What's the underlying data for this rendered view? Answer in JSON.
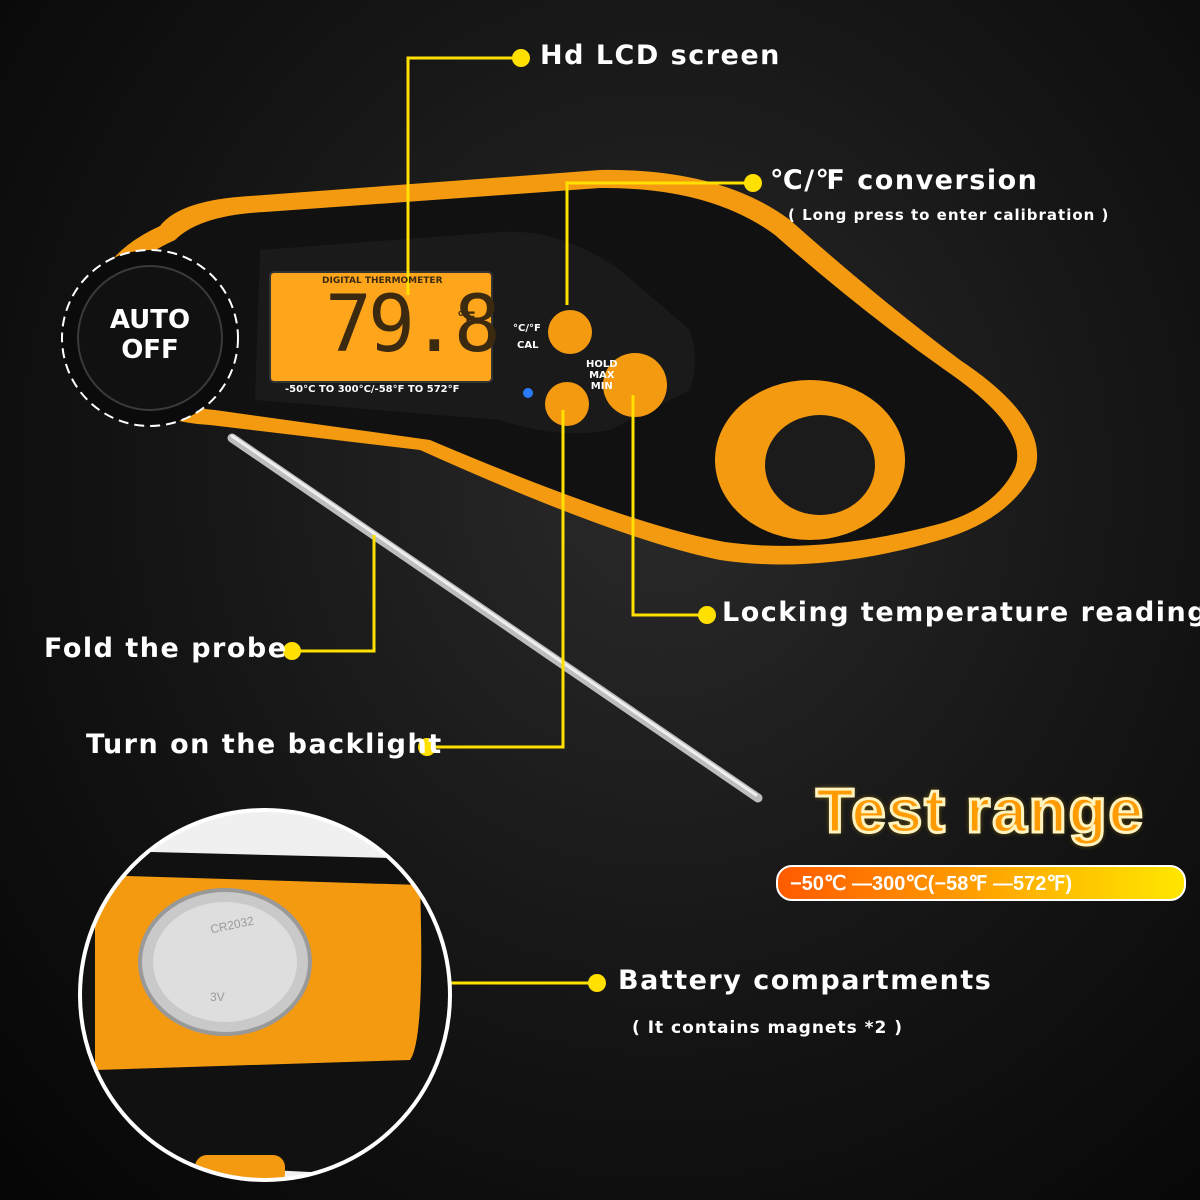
{
  "callouts": {
    "lcd": "Hd LCD screen",
    "conversion": "℃/℉ conversion",
    "conversion_note": "( Long press to enter calibration )",
    "locking": "Locking temperature reading",
    "fold": "Fold the probe",
    "backlight": "Turn on the backlight",
    "battery": "Battery compartments",
    "battery_note": "( It contains magnets *2 )"
  },
  "device": {
    "auto_off": "AUTO\nOFF",
    "lcd_header": "DIGITAL THERMOMETER",
    "reading": "79.8",
    "reading_unit": "°F",
    "lcd_range": "-50°C TO 300°C/-58°F TO 572°F",
    "btn_cf": "°C/°F",
    "btn_cal": "CAL",
    "btn_hold": "HOLD\nMAX\nMIN",
    "battery_marking_1": "CR2032",
    "battery_marking_2": "3V"
  },
  "test_range": {
    "title": "Test range",
    "range": "−50℃ —300℃(−58℉ —572℉)"
  },
  "colors": {
    "callout_line": "#ffe000",
    "body_orange": "#f39a10",
    "body_black": "#111111",
    "lcd": "#ffa51c"
  }
}
